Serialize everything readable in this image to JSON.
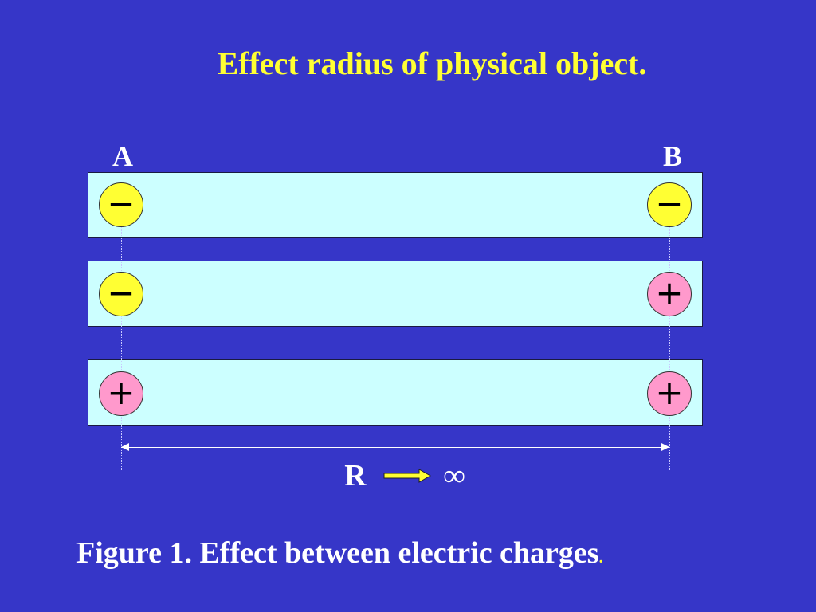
{
  "title": "Effect radius of physical object.",
  "labels": {
    "end_a": "A",
    "end_b": "B",
    "distance": "R",
    "infinity": "∞"
  },
  "rows": [
    {
      "left": {
        "sign": "−",
        "kind": "negative"
      },
      "right": {
        "sign": "−",
        "kind": "negative"
      }
    },
    {
      "left": {
        "sign": "−",
        "kind": "negative"
      },
      "right": {
        "sign": "+",
        "kind": "positive"
      }
    },
    {
      "left": {
        "sign": "+",
        "kind": "positive"
      },
      "right": {
        "sign": "+",
        "kind": "positive"
      }
    }
  ],
  "colors": {
    "background": "#3636c8",
    "title": "#ffff33",
    "strip": "#ccffff",
    "negative_charge": "#ffff33",
    "positive_charge": "#ff99cc",
    "limit_arrow": "#ffff33"
  },
  "caption": {
    "figure": "Figure 1",
    "separator": ".",
    "text": " Effect between electric charges",
    "end": "."
  }
}
